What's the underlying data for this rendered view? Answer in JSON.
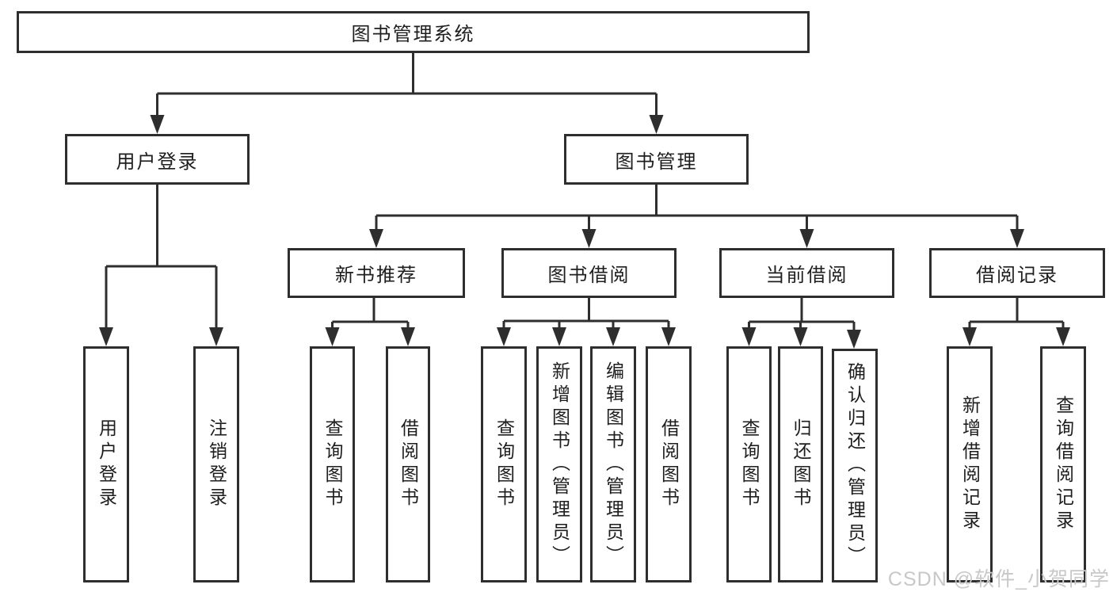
{
  "diagram": {
    "root": "图书管理系统",
    "user_branch": {
      "label": "用户登录",
      "leaves": [
        "用户登录",
        "注销登录"
      ]
    },
    "mgmt_branch": {
      "label": "图书管理",
      "groups": [
        {
          "label": "新书推荐",
          "leaves": [
            "查询图书",
            "借阅图书"
          ]
        },
        {
          "label": "图书借阅",
          "leaves": [
            "查询图书",
            "新增图书（管理员）",
            "编辑图书（管理员）",
            "借阅图书"
          ]
        },
        {
          "label": "当前借阅",
          "leaves": [
            "查询图书",
            "归还图书",
            "确认归还（管理员）"
          ]
        },
        {
          "label": "借阅记录",
          "leaves": [
            "新增借阅记录",
            "查询借阅记录"
          ]
        }
      ]
    }
  },
  "watermark": "CSDN @软件_小贺同学",
  "colors": {
    "line": "#2e2e2e",
    "text": "#1e1e1e",
    "background": "#ffffff",
    "watermark": "#c8c8c8"
  }
}
